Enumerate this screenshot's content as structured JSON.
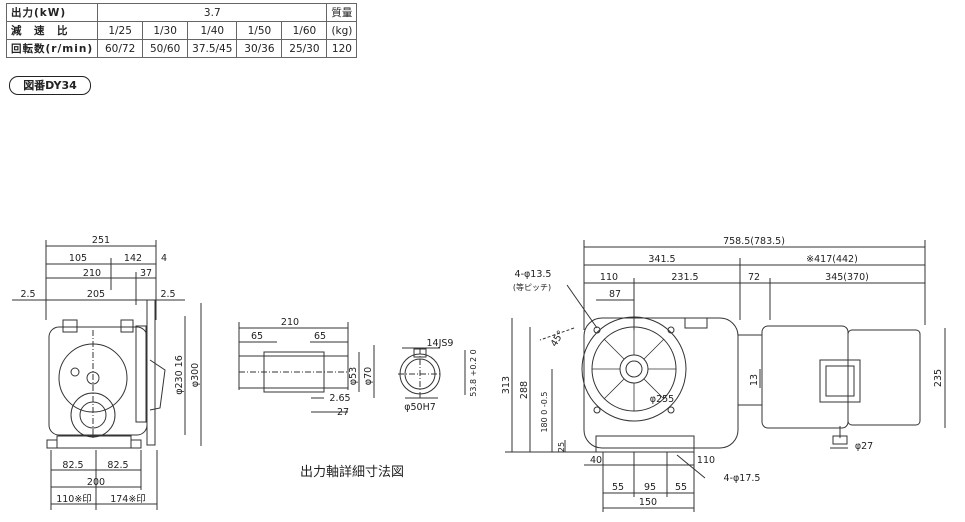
{
  "spec_table": {
    "row1_label": "出力(kW)",
    "power_value": "3.7",
    "mass_label": "質量",
    "row2_label": "減　速　比",
    "ratios": [
      "1/25",
      "1/30",
      "1/40",
      "1/50",
      "1/60"
    ],
    "mass_unit": "(kg)",
    "row3_label": "回転数(r/min)",
    "speeds": [
      "60/72",
      "50/60",
      "37.5/45",
      "30/36",
      "25/30"
    ],
    "mass_value": "120"
  },
  "drawing_no": "図番DY34",
  "front_view": {
    "dims": {
      "d251": "251",
      "d105": "105",
      "d142": "142",
      "d4": "4",
      "d210": "210",
      "d37": "37",
      "d2_5a": "2.5",
      "d205": "205",
      "d2_5b": "2.5",
      "d230": "φ230 16",
      "d300": "φ300",
      "d82_5a": "82.5",
      "d82_5b": "82.5",
      "d200": "200",
      "d110j": "110※印",
      "d174j": "174※印"
    }
  },
  "shaft_detail": {
    "title": "出力軸詳細寸法図",
    "dims": {
      "d210": "210",
      "d65a": "65",
      "d65b": "65",
      "d53": "φ53",
      "d70": "φ70",
      "d2_65": "2.65",
      "d27": "27",
      "d14js9": "14JS9",
      "d53_8": "53.8 +0.2 0",
      "d50h7": "φ50H7"
    }
  },
  "side_view": {
    "dims": {
      "d758": "758.5(783.5)",
      "d341": "341.5",
      "d417": "※417(442)",
      "d110": "110",
      "d231": "231.5",
      "d72": "72",
      "d345": "345(370)",
      "d87": "87",
      "hole1": "4-φ13.5",
      "hole1_note": "(等ピッチ)",
      "d45": "45°",
      "d313": "313",
      "d288": "288",
      "d180": "180 0 -0.5",
      "d25": "25",
      "d255": "φ255",
      "d13": "13",
      "d235": "235",
      "d27": "φ27",
      "d40": "40",
      "d110b": "110",
      "hole2": "4-φ17.5",
      "d55a": "55",
      "d95": "95",
      "d55b": "55",
      "d150": "150"
    }
  }
}
